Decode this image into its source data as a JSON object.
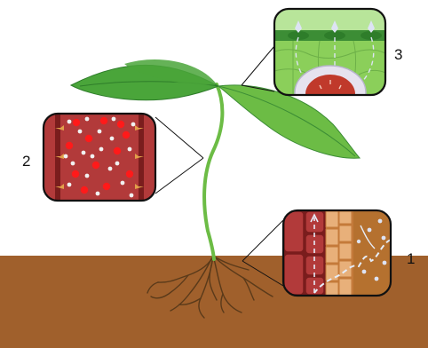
{
  "callouts": [
    {
      "number": "1"
    },
    {
      "number": "2"
    },
    {
      "number": "3"
    }
  ],
  "colors": {
    "soil": "#a0602c",
    "stem": "#6cbc45",
    "leaf": "#4aa53a",
    "leaf_light": "#6cbc45",
    "xylem_tissue": "#b23a3a",
    "cell_wall": "#7a1d1d",
    "water": "#dde3f4",
    "sugar": "#ff1a1a",
    "mesophyll": "#8bcf5a",
    "stoma_guard": "#3c8d35",
    "vascular_bundle": "#c0392b",
    "cortex": "#e0a160",
    "root": "#8a5a2a"
  }
}
